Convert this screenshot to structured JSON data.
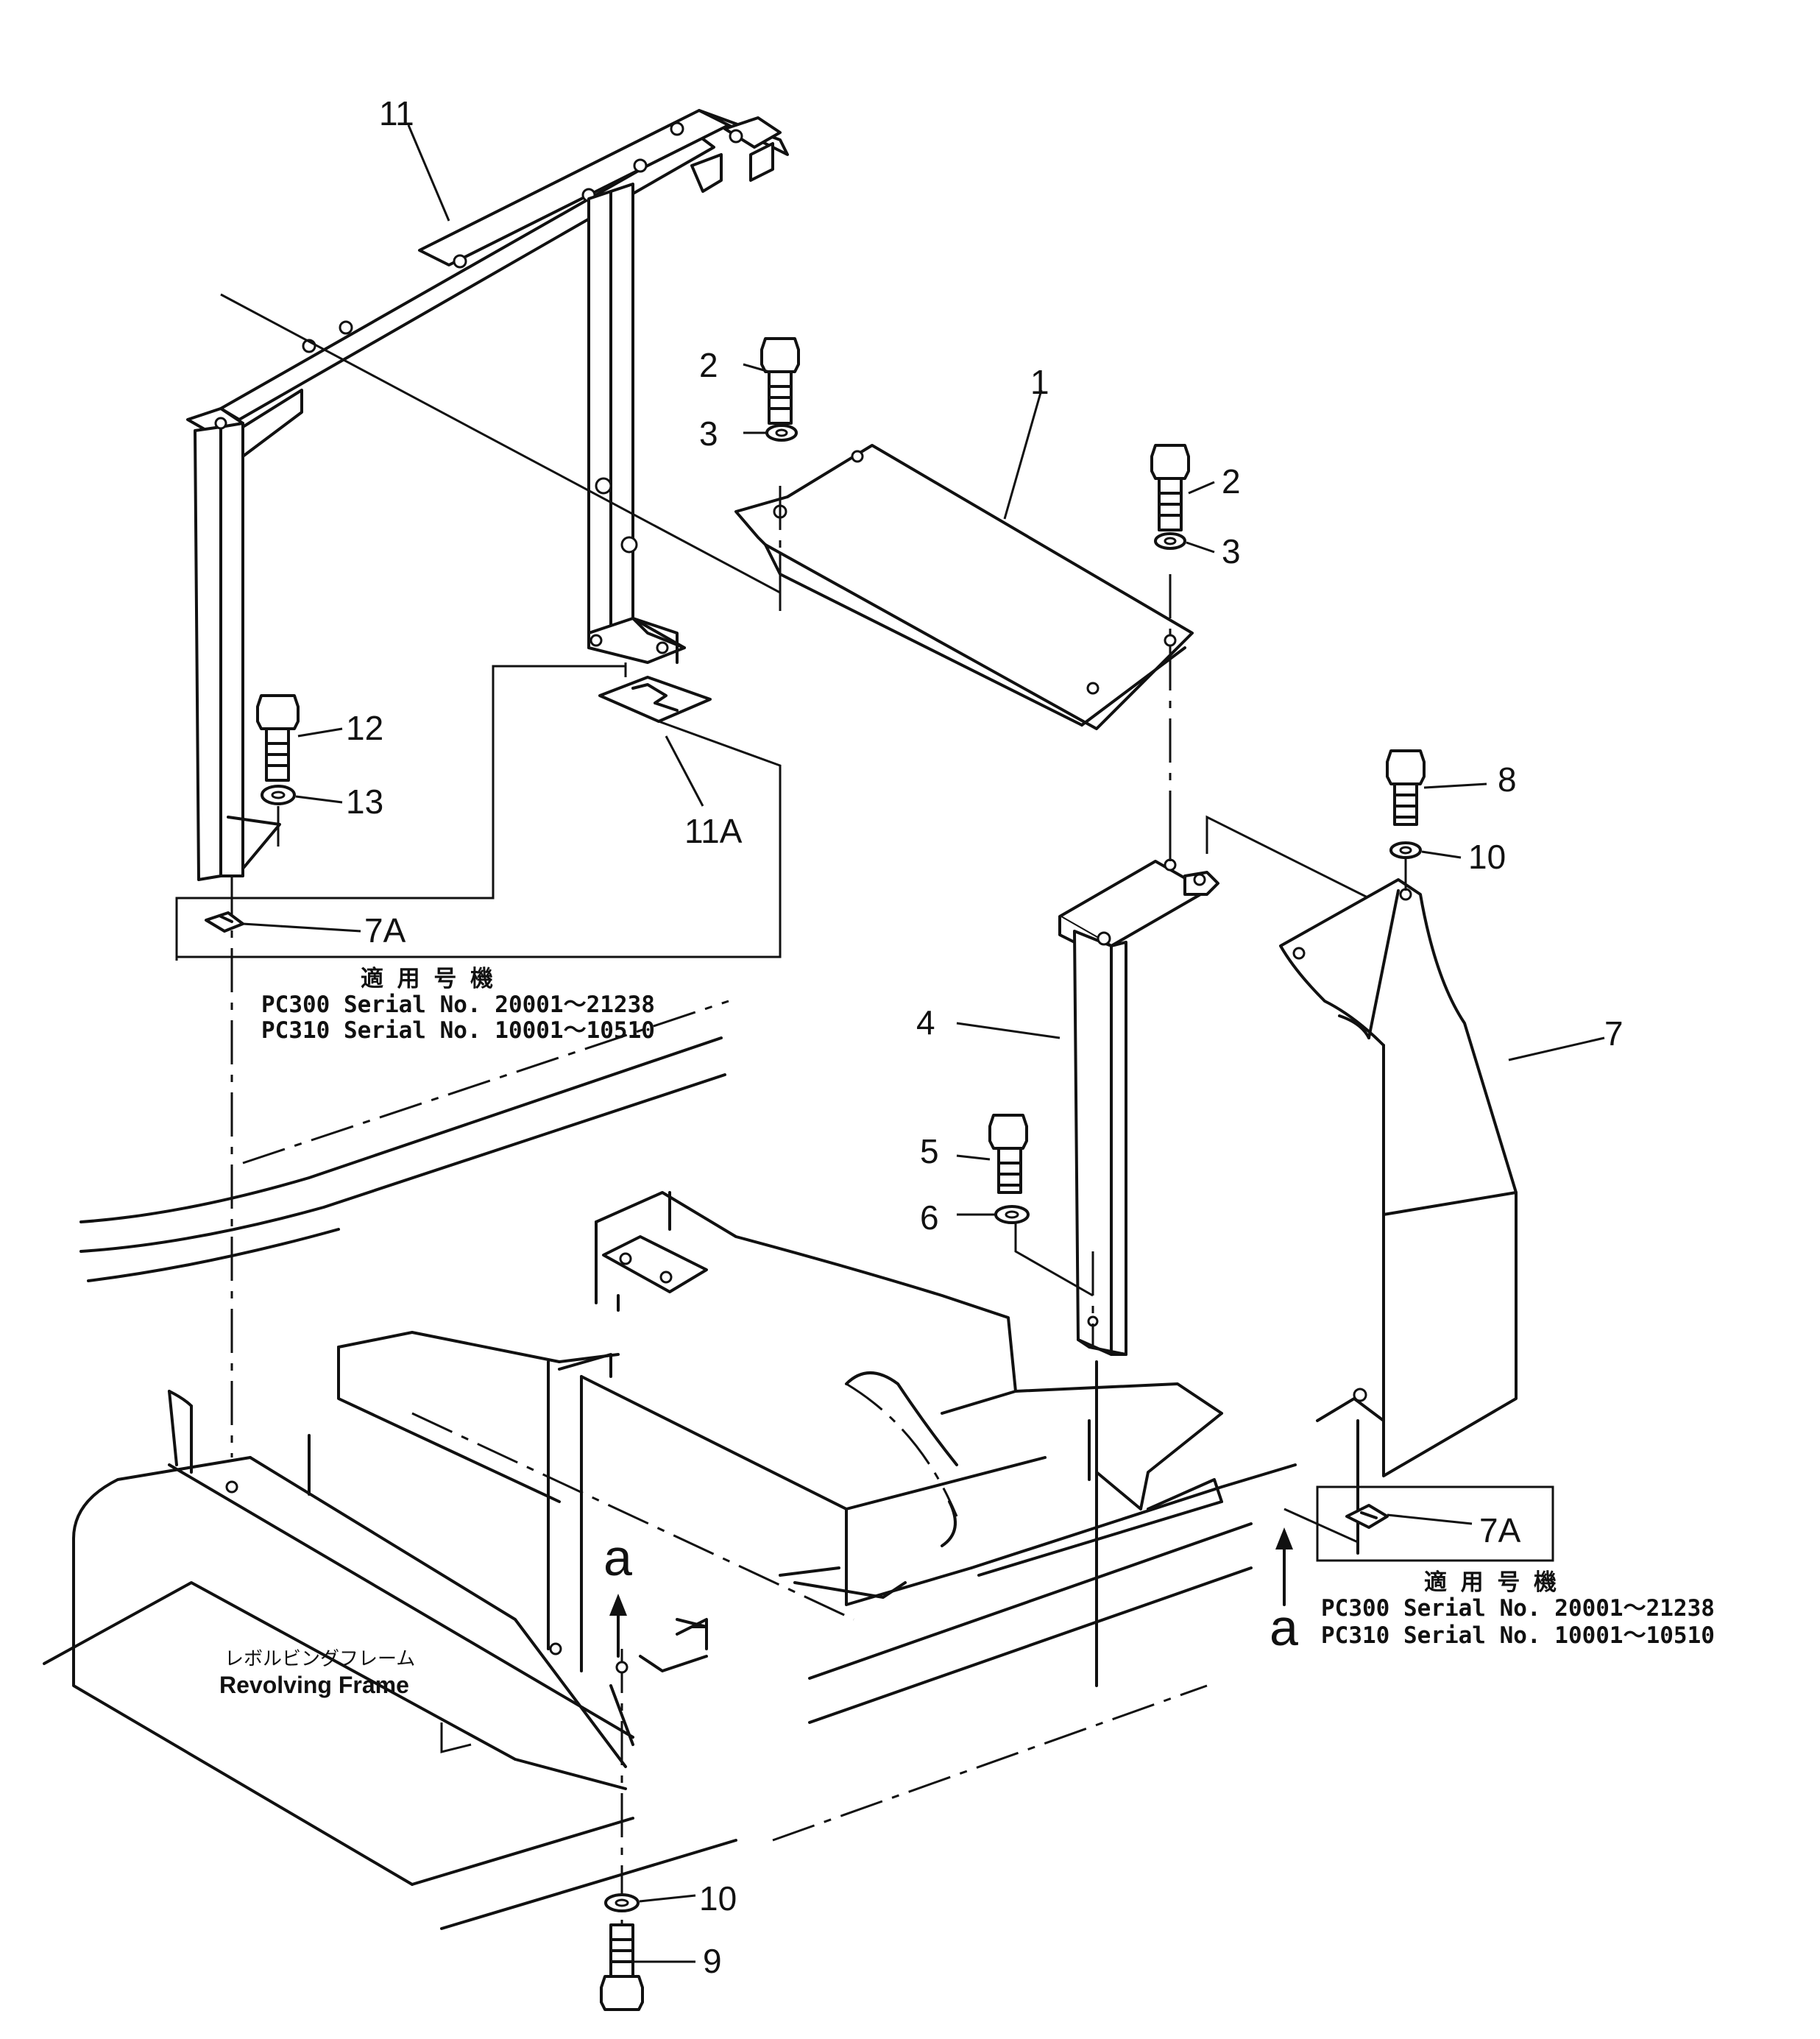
{
  "callouts": {
    "c1": "1",
    "c2a": "2",
    "c2b": "2",
    "c3a": "3",
    "c3b": "3",
    "c4": "4",
    "c5": "5",
    "c6": "6",
    "c7": "7",
    "c7a_left": "7A",
    "c7a_right": "7A",
    "c8": "8",
    "c9": "9",
    "c10_top": "10",
    "c10_bottom": "10",
    "c11": "11",
    "c11a": "11A",
    "c12": "12",
    "c13": "13"
  },
  "view_marks": {
    "a_center": "a",
    "a_right": "a"
  },
  "applicability_left": {
    "heading": "適 用 号 機",
    "line1": "PC300  Serial  No.  20001～21238",
    "line2": "PC310  Serial  No.  10001～10510"
  },
  "applicability_right": {
    "heading": "適 用 号 機",
    "line1": "PC300  Serial  No.  20001～21238",
    "line2": "PC310  Serial  No.  10001～10510"
  },
  "frame_label": {
    "jp": "レボルビングフレーム",
    "en": "Revolving  Frame"
  }
}
